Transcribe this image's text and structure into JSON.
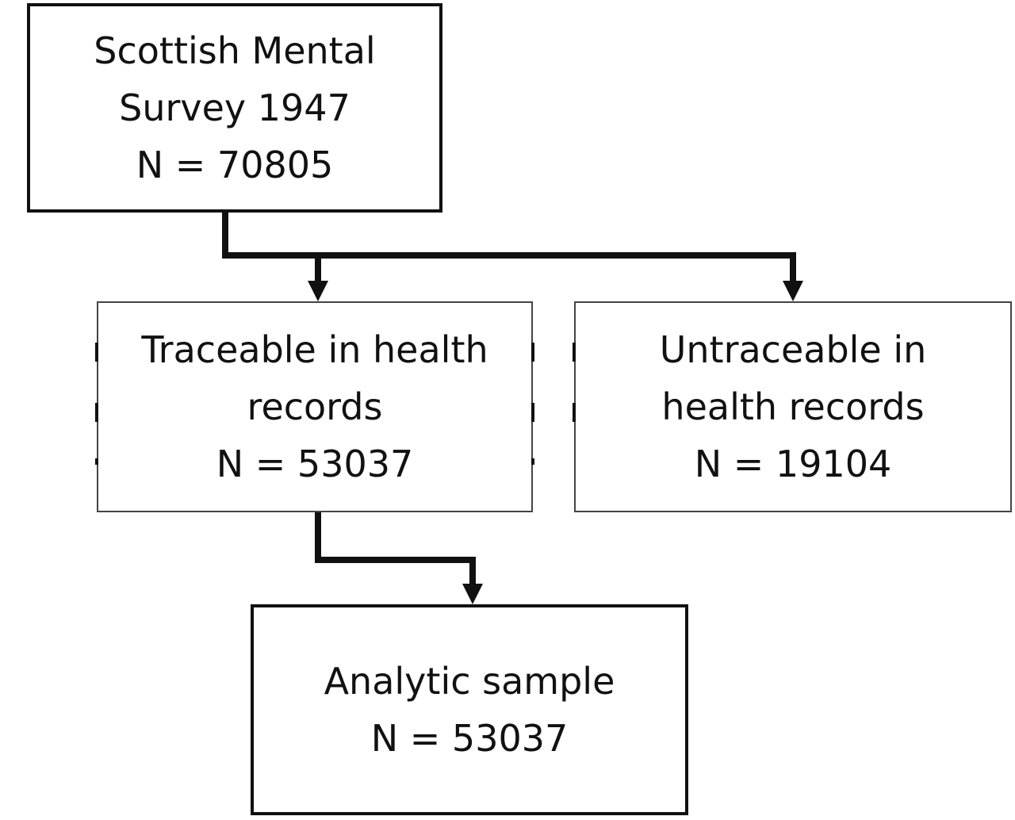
{
  "nodes": {
    "survey": {
      "line1": "Scottish Mental",
      "line2": "Survey 1947",
      "count": "N = 70805"
    },
    "traceable": {
      "line1": "Traceable in health",
      "line2": "records",
      "count": "N = 53037"
    },
    "untraceable": {
      "line1": "Untraceable in",
      "line2": "health records",
      "count": "N = 19104"
    },
    "analytic": {
      "line1": "Analytic sample",
      "count": "N = 53037"
    }
  },
  "colors": {
    "stroke": "#111111",
    "background": "#ffffff"
  }
}
